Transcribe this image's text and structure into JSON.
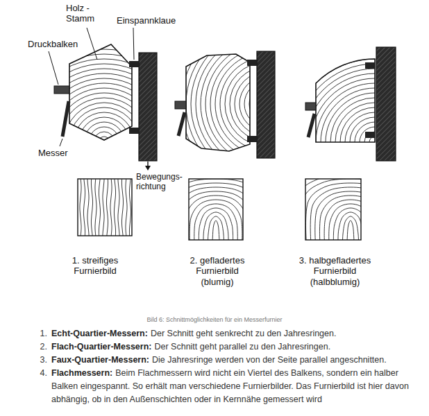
{
  "diagram": {
    "caption": "Bild 6: Schnittmöglichkeiten für ein Messerfurnier",
    "labels": [
      "Holz - Stamm",
      "Einspannklaue",
      "Druckbalken",
      "Messer",
      "Bewegungs- richtung",
      "1. streifiges Furnierbild",
      "2. gefladertes Furnierbild (blumig)",
      "3. halbgefladertes Furnierbild (halbblumig)",
      "1.",
      "Echt-Quartier-Messern:",
      "Der Schnitt geht senkrecht zu den Jahresringen.",
      "2.",
      "Flach-Quartier-Messern:",
      "Der Schnitt geht parallel zu den Jahresringen.",
      "3.",
      "Faux-Quartier-Messern:",
      "Die Jahresringe werden von der Seite parallel angeschnitten.",
      "4.",
      "Flachmessern:",
      "Beim Flachmessern wird nicht ein Viertel des Balkens, sondern ein halber Balken eingespannt. So erhält man verschiedene Furnierbilder. Das Furnierbild ist hier davon abhängig, ob in den Außenschichten oder in Kernnähe gemessert wird"
    ]
  }
}
